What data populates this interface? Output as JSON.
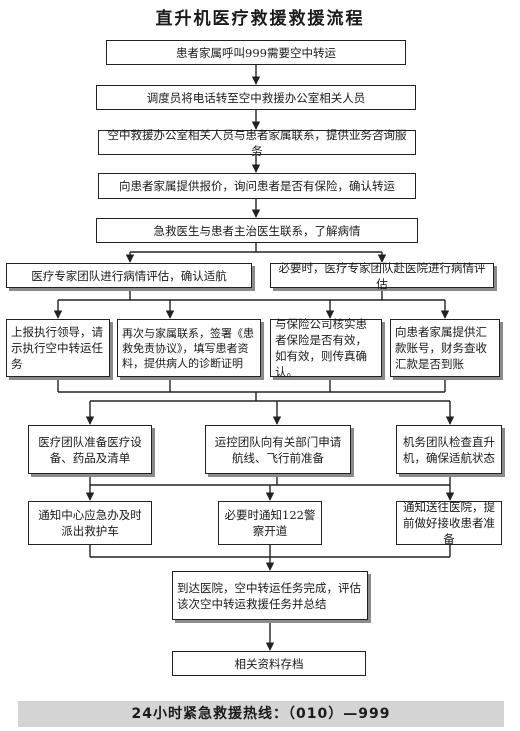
{
  "title": "直升机医疗救援救援流程",
  "steps": {
    "s1": "患者家属呼叫999需要空中转运",
    "s2": "调度员将电话转至空中救援办公室相关人员",
    "s3": "空中救援办公室相关人员与患者家属联系，提供业务咨询服务",
    "s4": "向患者家属提供报价，询问患者是否有保险，确认转运",
    "s5": "急救医生与患者主治医生联系，了解病情",
    "s6a": "医疗专家团队进行病情评估，确认适航",
    "s6b": "必要时，医疗专家团队赴医院进行病情评估",
    "s7a": "上报执行领导，请示执行空中转运任务",
    "s7b": "再次与家属联系，签署《患救免责协议》，填写患者资料，提供病人的诊断证明",
    "s7c": "与保险公司核实患者保险是否有效，如有效，则传真确认。",
    "s7d": "向患者家属提供汇款账号，财务查收汇款是否到账",
    "s8a": "医疗团队准备医疗设备、药品及清单",
    "s8b": "运控团队向有关部门申请航线、飞行前准备",
    "s8c": "机务团队检查直升机，确保适航状态",
    "s9a": "通知中心应急办及时派出救护车",
    "s9b": "必要时通知122警察开道",
    "s9c": "通知送往医院，提前做好接收患者准备",
    "s10": "到达医院，空中转运任务完成，评估该次空中转运救援任务并总结",
    "s11": "相关资料存档"
  },
  "hotline": "24小时紧急救援热线：（010）—999"
}
